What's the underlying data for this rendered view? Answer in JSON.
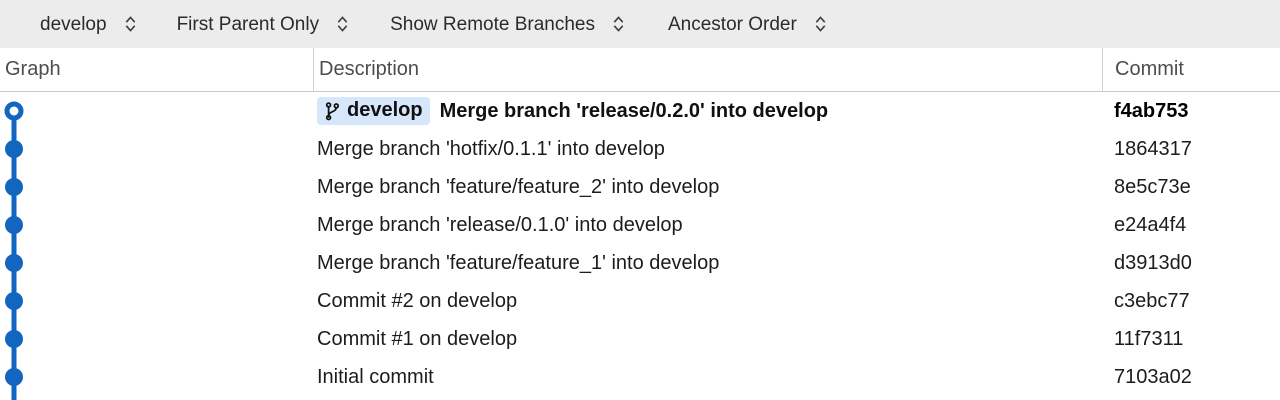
{
  "toolbar": {
    "controls": [
      {
        "label": "develop",
        "icon": "up-down-chevron-icon"
      },
      {
        "label": "First Parent Only",
        "icon": "up-down-chevron-icon"
      },
      {
        "label": "Show Remote Branches",
        "icon": "up-down-chevron-icon"
      },
      {
        "label": "Ancestor Order",
        "icon": "up-down-chevron-icon"
      }
    ],
    "background_color": "#ececec"
  },
  "columns": [
    {
      "key": "graph",
      "label": "Graph"
    },
    {
      "key": "description",
      "label": "Description"
    },
    {
      "key": "commit",
      "label": "Commit"
    }
  ],
  "graph": {
    "node_color": "#1266c0",
    "line_color": "#1266c0",
    "head_node_style": "hollow-ring",
    "node_count": 8
  },
  "rows": [
    {
      "badge": {
        "label": "develop",
        "icon": "git-branch-icon",
        "background_color": "#d6e6fb"
      },
      "description": "Merge branch 'release/0.2.0' into develop",
      "commit": "f4ab753",
      "is_head": true
    },
    {
      "badge": null,
      "description": "Merge branch 'hotfix/0.1.1' into develop",
      "commit": "1864317",
      "is_head": false
    },
    {
      "badge": null,
      "description": "Merge branch 'feature/feature_2' into develop",
      "commit": "8e5c73e",
      "is_head": false
    },
    {
      "badge": null,
      "description": "Merge branch 'release/0.1.0' into develop",
      "commit": "e24a4f4",
      "is_head": false
    },
    {
      "badge": null,
      "description": "Merge branch 'feature/feature_1' into develop",
      "commit": "d3913d0",
      "is_head": false
    },
    {
      "badge": null,
      "description": "Commit #2 on develop",
      "commit": "c3ebc77",
      "is_head": false
    },
    {
      "badge": null,
      "description": "Commit #1 on develop",
      "commit": "11f7311",
      "is_head": false
    },
    {
      "badge": null,
      "description": "Initial commit",
      "commit": "7103a02",
      "is_head": false
    }
  ]
}
